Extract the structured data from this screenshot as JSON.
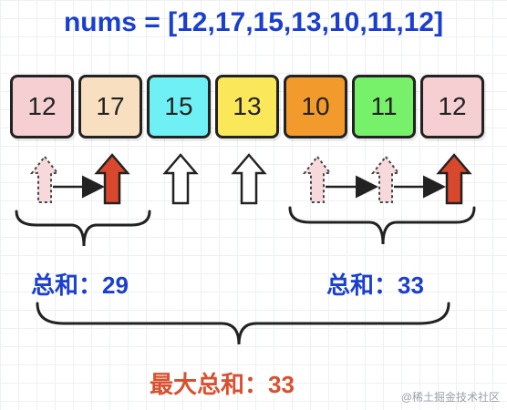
{
  "title": "nums = [12,17,15,13,10,11,12]",
  "cells": [
    {
      "value": "12",
      "color": "#f6cfd2"
    },
    {
      "value": "17",
      "color": "#f8dfbf"
    },
    {
      "value": "15",
      "color": "#6ff0f5"
    },
    {
      "value": "13",
      "color": "#fbe75a"
    },
    {
      "value": "10",
      "color": "#f29a2c"
    },
    {
      "value": "11",
      "color": "#77f06a"
    },
    {
      "value": "12",
      "color": "#f6cfd2"
    }
  ],
  "labels": {
    "left_sum": "总和：29",
    "right_sum": "总和：33",
    "max_sum": "最大总和：33"
  },
  "watermark": "@稀土掘金技术社区",
  "colors": {
    "title": "#1a3fd0",
    "sum_label": "#1a3fd0",
    "max_label": "#d9502f",
    "arrow_red": "#d9482c",
    "arrow_dotted_fill": "#f7d9dc"
  }
}
